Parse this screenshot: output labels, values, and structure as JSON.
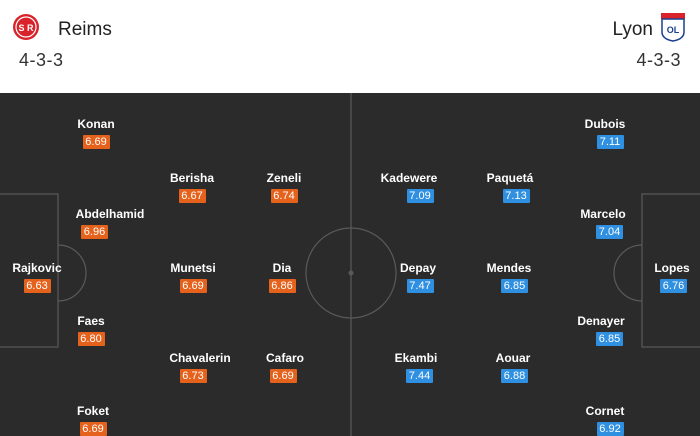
{
  "home": {
    "name": "Reims",
    "formation": "4-3-3",
    "crest_icon": "reims-crest-icon",
    "color": "#e5621d",
    "players": [
      {
        "id": "konan",
        "name": "Konan",
        "rating": "6.69"
      },
      {
        "id": "abdelhamid",
        "name": "Abdelhamid",
        "rating": "6.96"
      },
      {
        "id": "rajkovic",
        "name": "Rajkovic",
        "rating": "6.63"
      },
      {
        "id": "faes",
        "name": "Faes",
        "rating": "6.80"
      },
      {
        "id": "foket",
        "name": "Foket",
        "rating": "6.69"
      },
      {
        "id": "berisha",
        "name": "Berisha",
        "rating": "6.67"
      },
      {
        "id": "zeneli",
        "name": "Zeneli",
        "rating": "6.74"
      },
      {
        "id": "munetsi",
        "name": "Munetsi",
        "rating": "6.69"
      },
      {
        "id": "dia",
        "name": "Dia",
        "rating": "6.86"
      },
      {
        "id": "chavalerin",
        "name": "Chavalerin",
        "rating": "6.73"
      },
      {
        "id": "cafaro",
        "name": "Cafaro",
        "rating": "6.69"
      }
    ]
  },
  "away": {
    "name": "Lyon",
    "formation": "4-3-3",
    "crest_icon": "lyon-crest-icon",
    "color": "#2f8fe0",
    "players": [
      {
        "id": "kadewere",
        "name": "Kadewere",
        "rating": "7.09"
      },
      {
        "id": "paqueta",
        "name": "Paquetá",
        "rating": "7.13"
      },
      {
        "id": "depay",
        "name": "Depay",
        "rating": "7.47"
      },
      {
        "id": "mendes",
        "name": "Mendes",
        "rating": "6.85"
      },
      {
        "id": "ekambi",
        "name": "Ekambi",
        "rating": "7.44"
      },
      {
        "id": "aouar",
        "name": "Aouar",
        "rating": "6.88"
      },
      {
        "id": "dubois",
        "name": "Dubois",
        "rating": "7.11"
      },
      {
        "id": "marcelo",
        "name": "Marcelo",
        "rating": "7.04"
      },
      {
        "id": "lopes",
        "name": "Lopes",
        "rating": "6.76"
      },
      {
        "id": "denayer",
        "name": "Denayer",
        "rating": "6.85"
      },
      {
        "id": "cornet",
        "name": "Cornet",
        "rating": "6.92"
      }
    ]
  },
  "pitch": {
    "color": "#2b2b2b",
    "line_color": "#5a5a5a"
  }
}
